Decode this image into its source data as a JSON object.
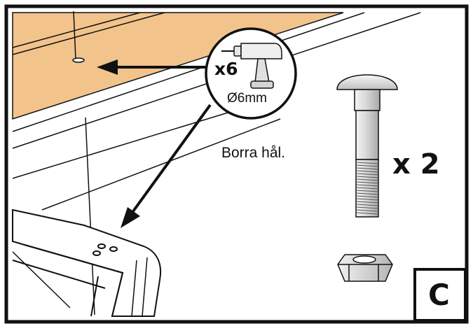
{
  "step": {
    "label": "C"
  },
  "drill_callout": {
    "quantity": "x6",
    "diameter": "Ø6mm"
  },
  "instruction": {
    "text": "Borra hål."
  },
  "bolt_quantity": {
    "text": "x 2"
  },
  "colors": {
    "wood": "#f2c48c",
    "outline": "#111111",
    "metal_light": "#eeeeee",
    "metal_mid": "#bdbdbd",
    "frame": "#ffffff"
  },
  "parts": {
    "bolt_icon": "carriage-bolt-icon",
    "nut_icon": "hex-nut-icon",
    "drill_icon": "cordless-drill-icon"
  }
}
